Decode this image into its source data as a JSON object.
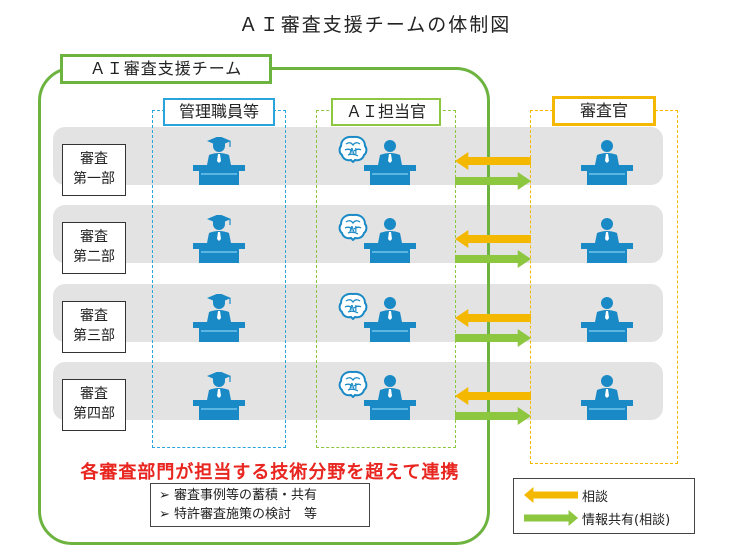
{
  "title": "ＡＩ審査支援チームの体制図",
  "team_label": "ＡＩ審査支援チーム",
  "columns": {
    "manager": "管理職員等",
    "ai": "ＡＩ担当官",
    "examiner": "審査官"
  },
  "departments": [
    {
      "line1": "審査",
      "line2": "第一部"
    },
    {
      "line1": "審査",
      "line2": "第二部"
    },
    {
      "line1": "審査",
      "line2": "第三部"
    },
    {
      "line1": "審査",
      "line2": "第四部"
    }
  ],
  "collaboration_text": "各審査部門が担当する技術分野を超えて連携",
  "notes": [
    "➢ 審査事例等の蓄積・共有",
    "➢ 特許審査施策の検討　等"
  ],
  "legend": {
    "consult": "相談",
    "share": "情報共有(相談)"
  },
  "colors": {
    "team_green": "#6cb33f",
    "manager_blue": "#2aa5dc",
    "ai_green": "#8dc63f",
    "examiner_orange": "#f5b800",
    "figure_blue": "#1a8ac6",
    "red_text": "#e8251f"
  },
  "icons": {
    "manager_figure": "graduate-at-desk-icon",
    "ai_figure": "person-with-ai-brain-icon",
    "examiner_figure": "person-at-desk-icon",
    "consult_arrow": "orange-left-arrow",
    "share_arrow": "green-right-arrow"
  }
}
